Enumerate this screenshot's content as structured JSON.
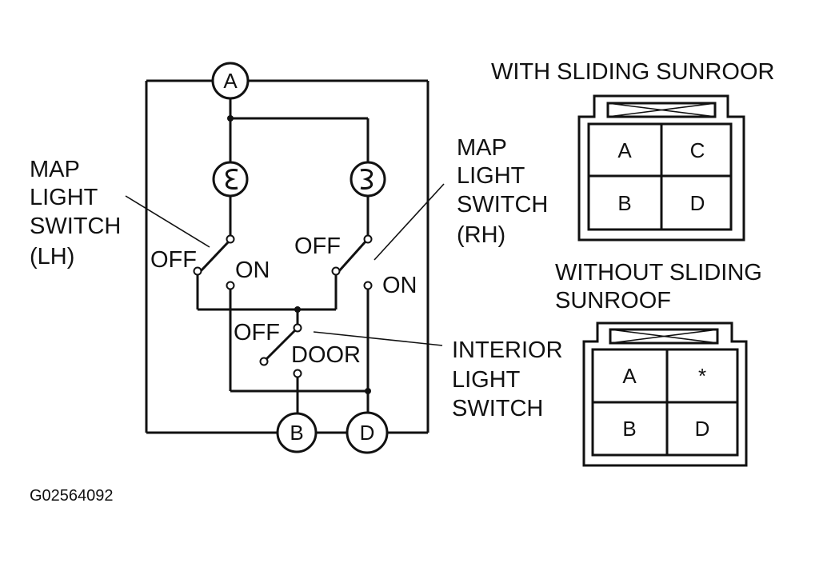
{
  "nodes": {
    "a": "A",
    "b": "B",
    "d": "D"
  },
  "lh_switch": {
    "line1": "MAP",
    "line2": "LIGHT",
    "line3": "SWITCH",
    "line4": "(LH)",
    "off": "OFF",
    "on": "ON"
  },
  "rh_switch": {
    "line1": "MAP",
    "line2": "LIGHT",
    "line3": "SWITCH",
    "line4": "(RH)",
    "off": "OFF",
    "on": "ON"
  },
  "interior_switch": {
    "line1": "INTERIOR",
    "line2": "LIGHT",
    "line3": "SWITCH",
    "off": "OFF",
    "door": "DOOR"
  },
  "connector_with": {
    "title": "WITH SLIDING SUNROOR",
    "cells": [
      "A",
      "C",
      "B",
      "D"
    ]
  },
  "connector_without": {
    "title_line1": "WITHOUT SLIDING",
    "title_line2": "SUNROOF",
    "cells": [
      "A",
      "*",
      "B",
      "D"
    ]
  },
  "figure_id": "G02564092",
  "icons": {
    "bulb": "bulb-icon"
  }
}
